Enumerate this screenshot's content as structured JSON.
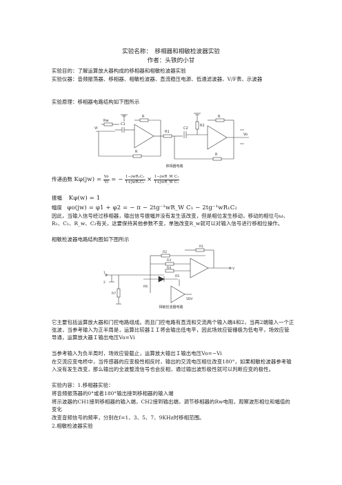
{
  "title": "实验名称：　移相器和相敏检波器实验",
  "author": "作者：头铁的小甘",
  "purpose": "实验目的：了解运算放大器构成的移相器和相敏检波器实验",
  "instruments": "实验仪器：音频振荡器、移相器、相敏检波器、直流稳压电源、低通滤波器、V/F表、示波器",
  "principle": "实验原理：移相器电路结构如下图所示",
  "fig1": {
    "caption": "移相器电路",
    "labels": [
      "Rw",
      "C1",
      "R1",
      "R",
      "R",
      "C2",
      "R2",
      "R",
      "R",
      "Vi",
      "Vo"
    ]
  },
  "transfer": {
    "label": "传递函数",
    "lhs": "Kφ(jw) =",
    "vo": "Vo",
    "vi": "Vi",
    "eq": "= −",
    "num1": "1−jwR₁C₂",
    "den1": "1+jwR₁C₂",
    "times": "×",
    "num2": "1−jwR_W C₁",
    "den2": "1+jwR_W C₁"
  },
  "amplitude": {
    "label": "振幅",
    "expr": "Kφ(w) = 1"
  },
  "phase": {
    "label": "幅度",
    "expr": "φo(jw) = φ1 + φ2 = − π − 2tg⁻¹wR_W C₁ − 2tg⁻¹wR₁C₂"
  },
  "para1": "因此，当输入信号经过移相器，输出信号振幅并没有发生该改变，但是相位发生移动，移动的相位与ω、R₁、C₁、R_w、C₂有关，这要保持其他参数不变，单独改变R_w就可以对输入信号进行移相位操作。",
  "para2": "相敏检波器电路结构图如下图所示",
  "fig2": {
    "caption": "相敏检波器电路",
    "labels": [
      "R1",
      "R2",
      "R3",
      "R4",
      "R5",
      "R6",
      "R7",
      "V",
      "1",
      "2",
      "5DV"
    ]
  },
  "para3": "它主要包括运算放大器和门控电路组成。而且门控电路有直流和交流两个输入端4和2，当再2端输入一个正弦波，当参考输入为正半周是，运算比较器ＩＩ将会输出低电平，因此场效应管栅极为低电平，场效应管导通，运算放大器Ｉ输出电压Vo=Vi",
  "para4": "当参考输入为负半周时，场效应管截止，运算放大输出Ｉ输出电压Vo=−Vi",
  "para5": "在交流应变电桥中，当传感器的应变极性相反时，输出的交流电压相位改变180°，如果相敏检波器参考输入没有发生改变，那么输出的全波整流信号也会反相，通过输出波形极性就可以判断应变的极性。",
  "para6": "实验内容：1.移相器实验：",
  "para7": "将音频振荡器的0°或者180°输出接到移相器的输入端",
  "para8": "将示波器的CH1接到移相器的输入端，CH2接到输出端，调节移相器的Rw电阻，观察波形相位和幅值的变化",
  "para9": "改变音频信号的频率，分别在f=1、3、5、7、9KHz时移相范围。",
  "para10": "2.相敏检波器实验"
}
